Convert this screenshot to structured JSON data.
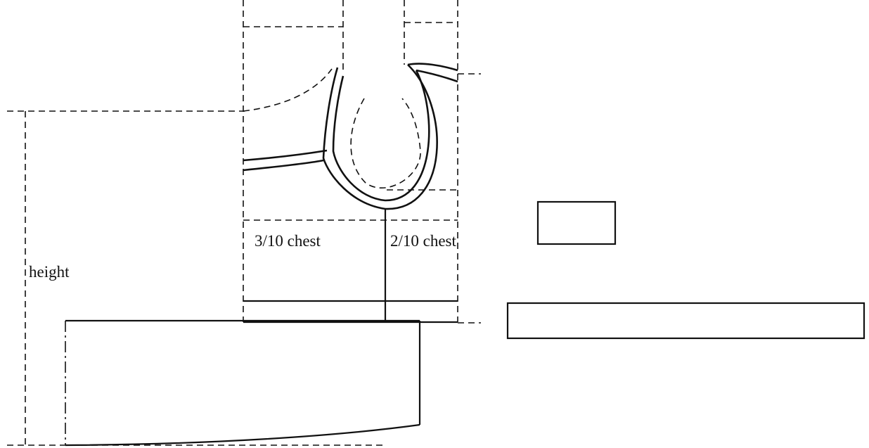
{
  "labels": {
    "height": "height",
    "front_width": "3/10 chest",
    "back_width": "2/10 chest"
  }
}
